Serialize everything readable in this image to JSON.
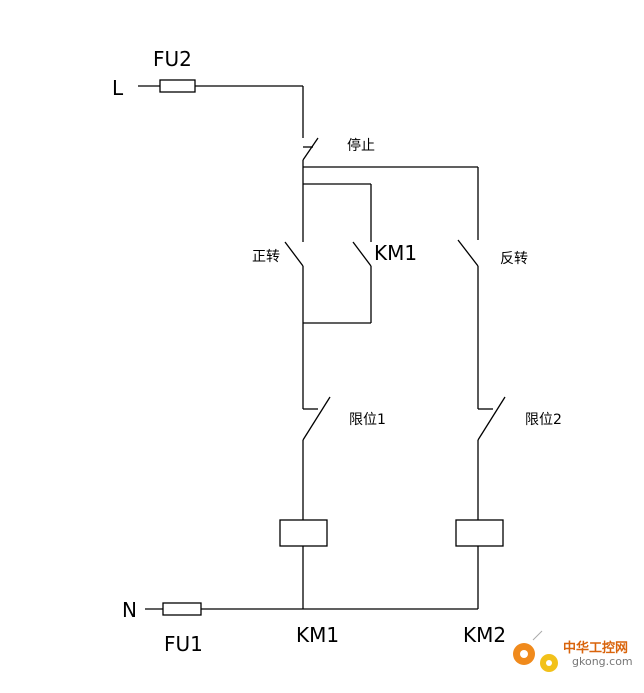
{
  "labels": {
    "line_L": "L",
    "line_N": "N",
    "fuse_top": "FU2",
    "fuse_bottom": "FU1",
    "stop": "停止",
    "forward": "正转",
    "holding_contact": "KM1",
    "reverse": "反转",
    "limit_1": "限位1",
    "limit_2": "限位2",
    "coil_1": "KM1",
    "coil_2": "KM2"
  },
  "watermark": {
    "title": "中华工控网",
    "site": "gkong.com",
    "colors": {
      "orange": "#f08a1c",
      "yellow": "#f2c11a",
      "text": "#d9640c"
    }
  }
}
